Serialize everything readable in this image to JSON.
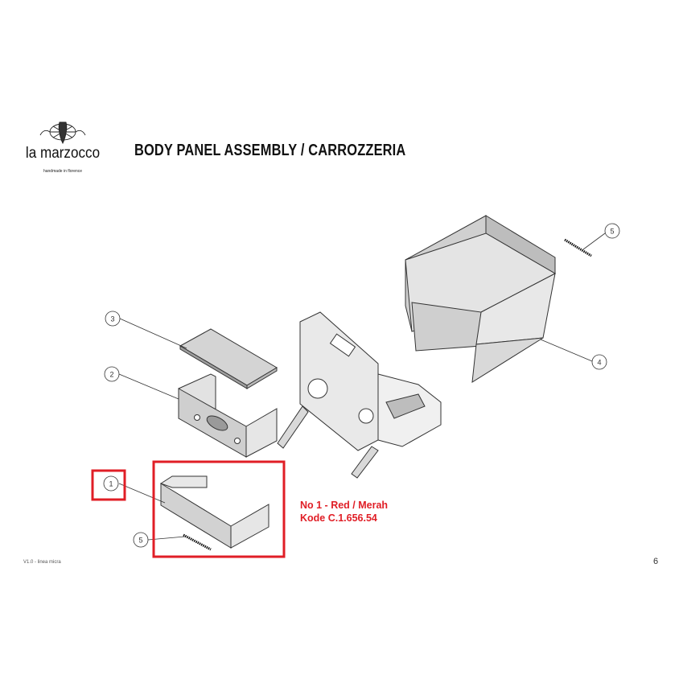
{
  "header": {
    "brand_name": "la marzocco",
    "brand_tagline": "handmade in florence",
    "title": "BODY PANEL ASSEMBLY / CARROZZERIA"
  },
  "callouts": [
    {
      "number": "1",
      "highlighted": true
    },
    {
      "number": "2",
      "highlighted": false
    },
    {
      "number": "3",
      "highlighted": false
    },
    {
      "number": "4",
      "highlighted": false
    },
    {
      "number": "5",
      "highlighted": false
    },
    {
      "number": "5",
      "highlighted": false
    }
  ],
  "annotation": {
    "line1": "No 1 - Red / Merah",
    "line2": "Kode C.1.656.54",
    "color": "#e01e26"
  },
  "footer": {
    "version": "V1.0 - linea micra",
    "page_number": "6"
  }
}
